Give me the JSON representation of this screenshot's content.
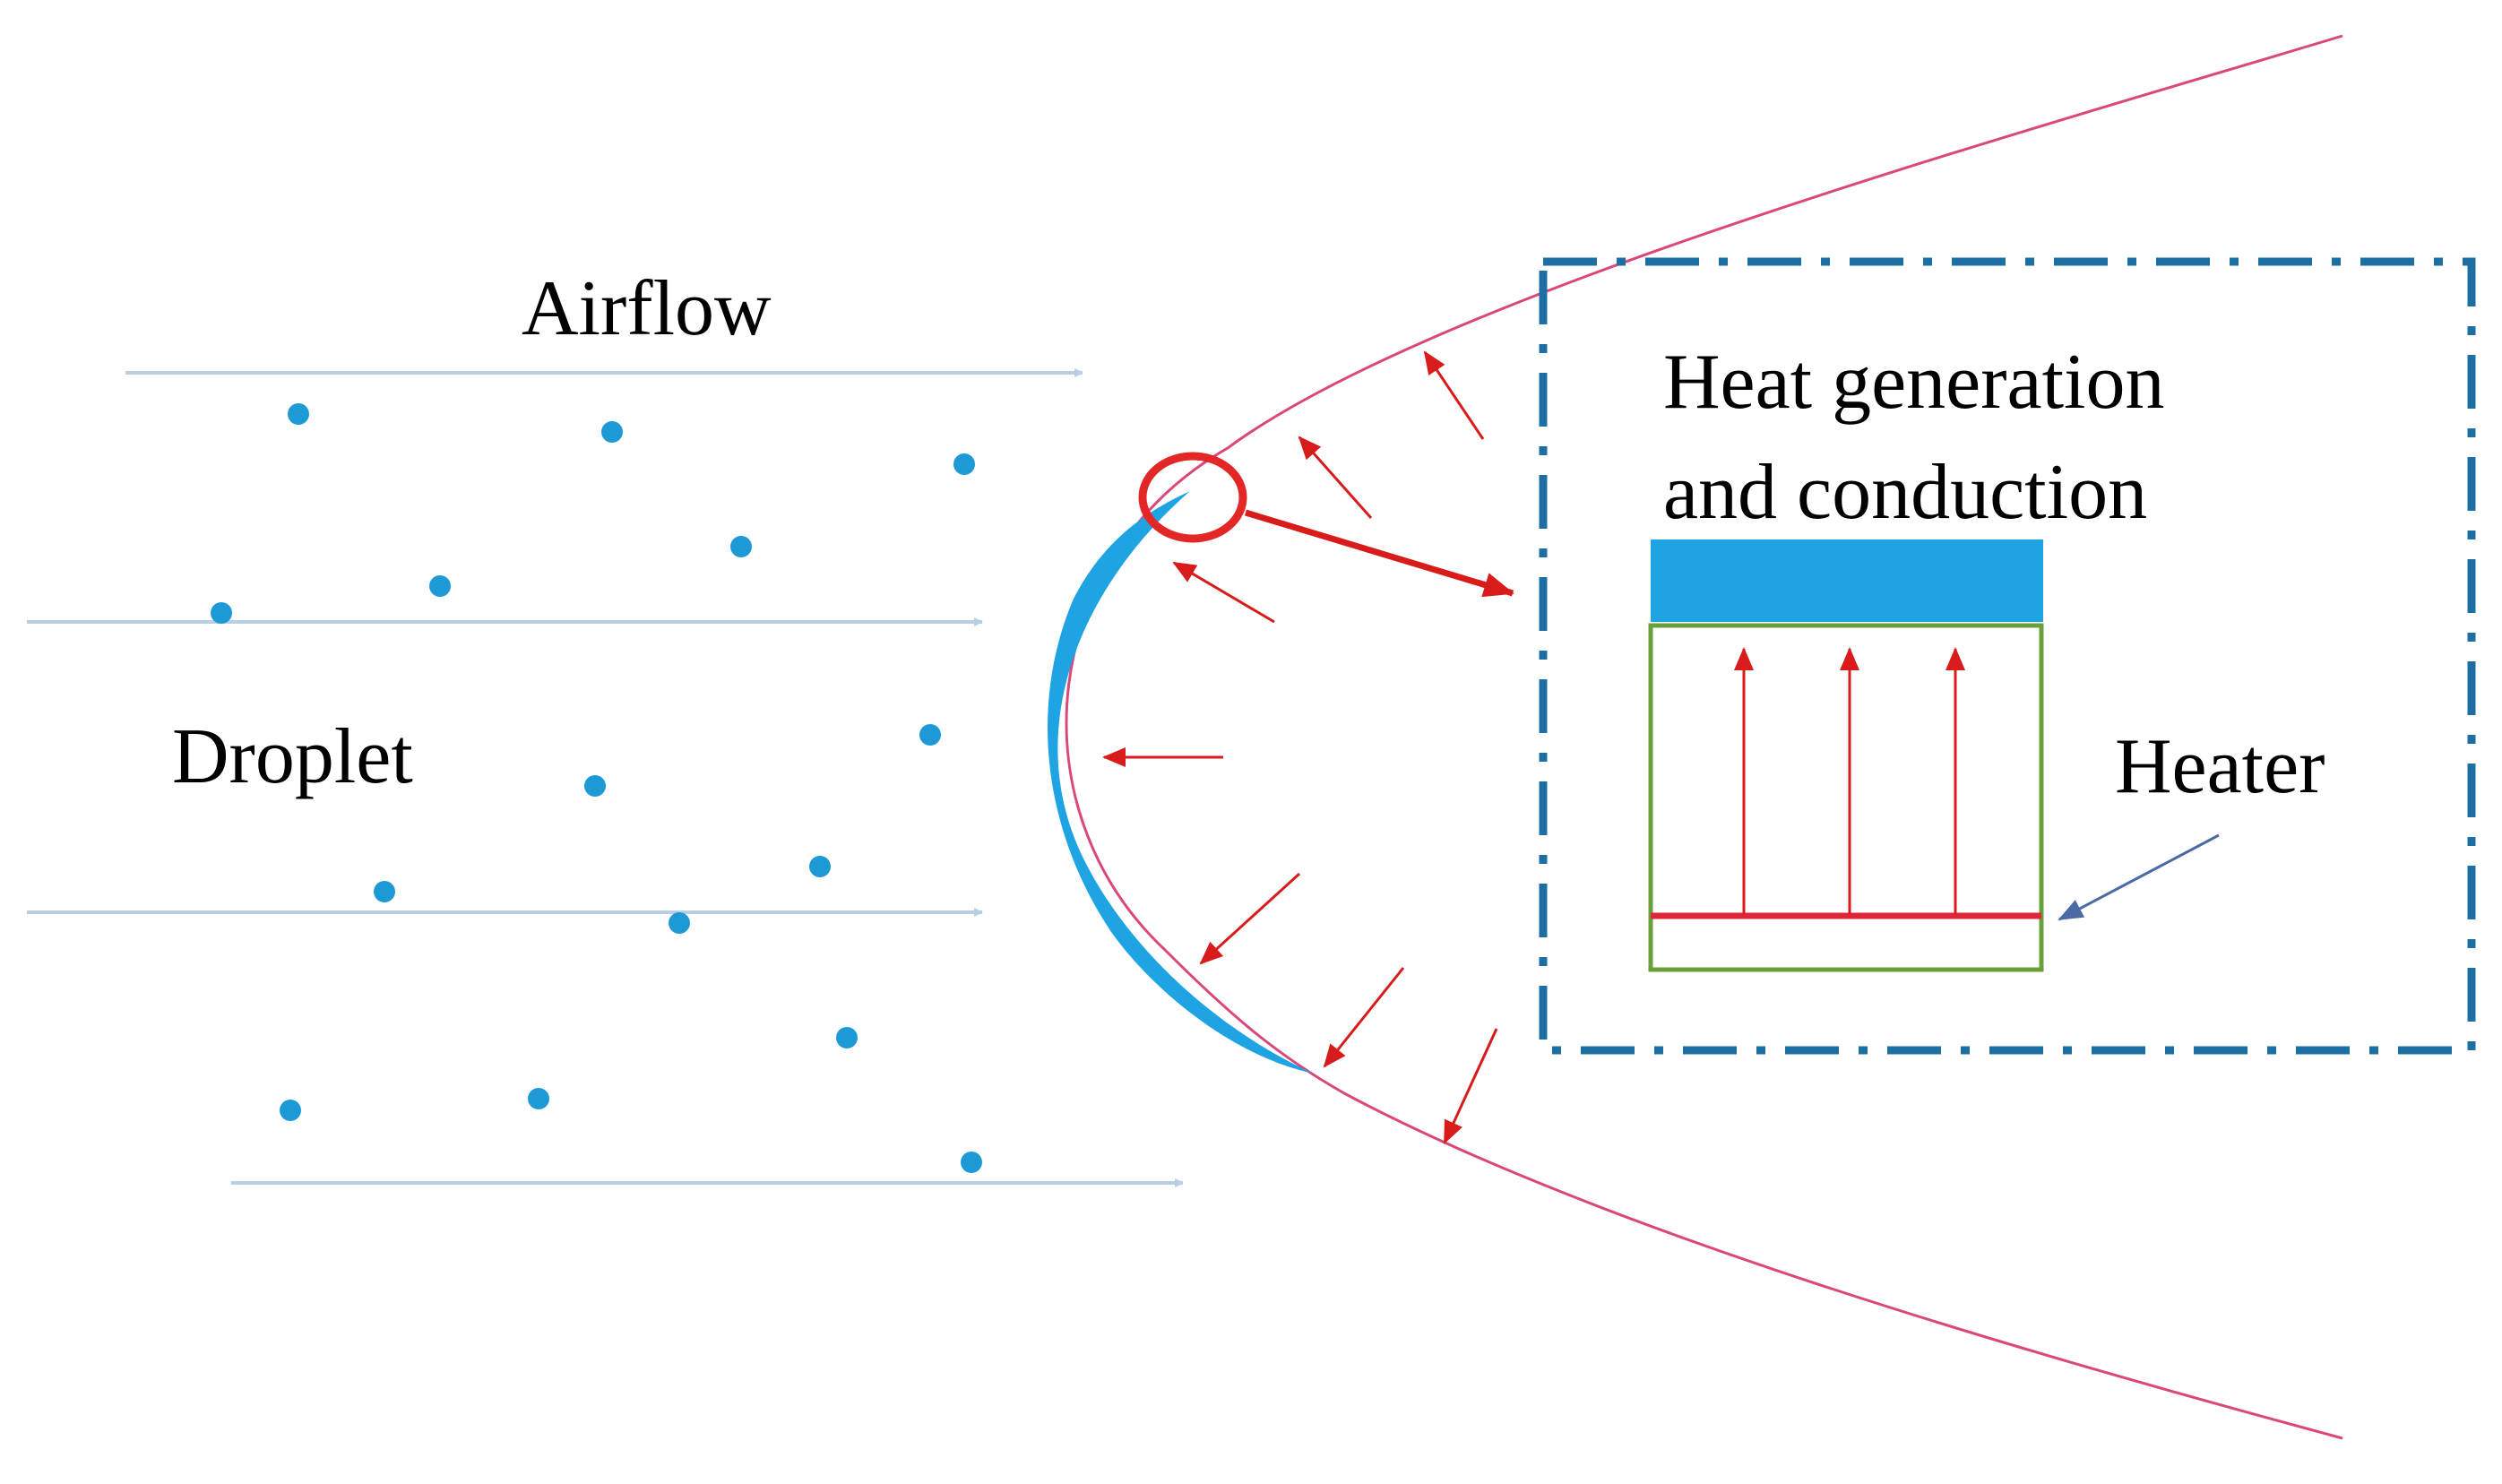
{
  "labels": {
    "airflow": "Airflow",
    "droplet": "Droplet",
    "heat_line1": "Heat generation",
    "heat_line2": "and conduction",
    "heater": "Heater"
  },
  "colors": {
    "airflow_arrow": "#b8cfe3",
    "droplet": "#1d9ad6",
    "ice_layer": "#1ea3e3",
    "airfoil_outline": "#d9477b",
    "heat_arrow": "#d81b1b",
    "callout_circle": "#e32626",
    "dashed_box": "#1d6fa3",
    "heater_box": "#6aa03c",
    "heater_line": "#e0263a",
    "heater_pointer": "#4a6aa5"
  },
  "icons": {
    "airflow": "arrow-right",
    "droplet": "circle-dot",
    "callout": "circle-outline",
    "heat_flux": "arrow"
  }
}
